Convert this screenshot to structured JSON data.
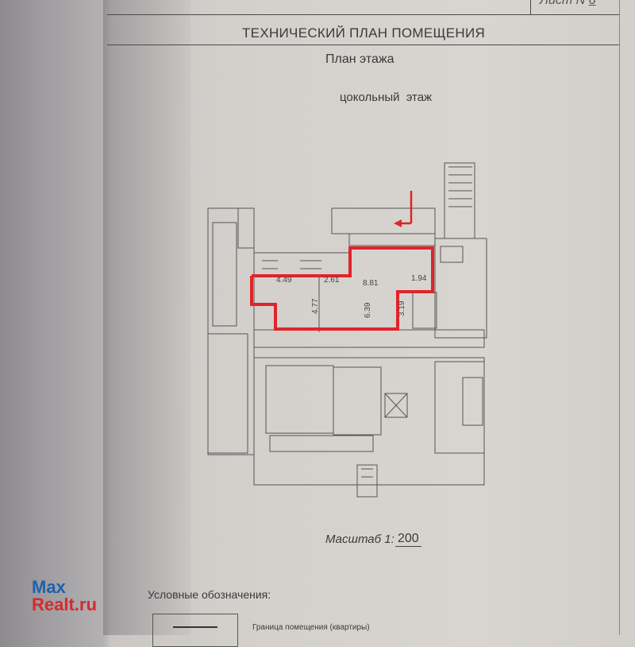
{
  "header": {
    "sheet_label": "Лист N",
    "sheet_number": "6",
    "title": "ТЕХНИЧЕСКИЙ ПЛАН ПОМЕЩЕНИЯ",
    "subtitle": "План этажа",
    "floor": "цокольный  этаж"
  },
  "plan": {
    "dimensions": [
      "4.49",
      "2.61",
      "8.81",
      "1.94",
      "4.77",
      "6.39",
      "3.19"
    ],
    "highlight_color": "#e0242a"
  },
  "scale": {
    "label": "Масштаб 1:",
    "value": "200"
  },
  "legend": {
    "title": "Условные обозначения:",
    "items": [
      {
        "label": "Граница помещения (квартиры)"
      }
    ]
  },
  "watermark": {
    "line1": "Max",
    "line2": "Realt.ru"
  }
}
